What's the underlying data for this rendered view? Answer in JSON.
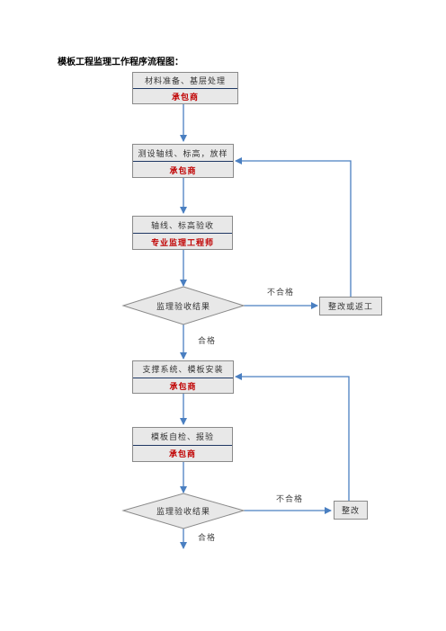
{
  "title": "模板工程监理工作程序流程图：",
  "boxes": [
    {
      "name": "材料准备、基层处理",
      "role": "承包商"
    },
    {
      "name": "测设轴线、标高，放样",
      "role": "承包商"
    },
    {
      "name": "轴线、标高验收",
      "role": "专业监理工程师"
    },
    {
      "name": "支撑系统、模板安装",
      "role": "承包商"
    },
    {
      "name": "模板自检、报验",
      "role": "承包商"
    }
  ],
  "decisions": [
    {
      "label": "监理验收结果",
      "fail": "不合格",
      "pass": "合格",
      "action": "整改或返工"
    },
    {
      "label": "监理验收结果",
      "fail": "不合格",
      "pass": "合格",
      "action": "整改"
    }
  ],
  "colors": {
    "box_fill": "#e8e8e8",
    "arrow": "#4a7fc1",
    "role_text": "#c00000",
    "divider": "#1f3864"
  }
}
